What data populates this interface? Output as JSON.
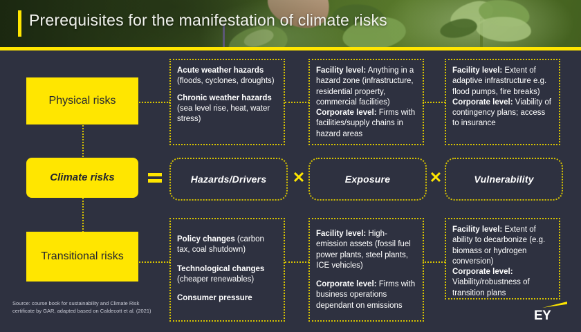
{
  "header": {
    "title": "Prerequisites for the manifestation of climate risks",
    "accent_color": "#ffe600",
    "rule_color": "#ffe600"
  },
  "theme": {
    "background": "#2e3140",
    "accent": "#ffe600",
    "border": "#d9c500",
    "text": "#ffffff"
  },
  "rows": {
    "physical": {
      "label": "Physical risks",
      "hazards": {
        "p1_bold": "Acute weather hazards",
        "p1_rest": " (floods, cyclones, droughts)",
        "p2_bold": "Chronic weather hazards",
        "p2_rest": " (sea level rise, heat, water stress)"
      },
      "exposure": {
        "p1_bold": "Facility level:",
        "p1_rest": " Anything in a hazard zone (infrastructure, residential property, commercial facilities)",
        "p2_bold": "Corporate level:",
        "p2_rest": " Firms with facilities/supply chains in hazard areas"
      },
      "vulnerability": {
        "p1_bold": "Facility level:",
        "p1_rest": " Extent of adaptive infrastructure e.g. flood pumps, fire breaks)",
        "p2_bold": "Corporate level:",
        "p2_rest": " Viability of contingency plans; access to insurance"
      }
    },
    "equation": {
      "subject": "Climate risks",
      "operator_equals": "=",
      "operator_times": "✕",
      "terms": [
        "Hazards/Drivers",
        "Exposure",
        "Vulnerability"
      ]
    },
    "transitional": {
      "label": "Transitional risks",
      "hazards": {
        "p1_bold": "Policy changes",
        "p1_rest": " (carbon tax, coal shutdown)",
        "p2_bold": "Technological changes",
        "p2_rest": " (cheaper renewables)",
        "p3_bold": "Consumer pressure",
        "p3_rest": ""
      },
      "exposure": {
        "p1_bold": "Facility level:",
        "p1_rest": " High-emission assets (fossil fuel power plants, steel plants, ICE vehicles)",
        "p2_bold": "Corporate level:",
        "p2_rest": " Firms with business operations dependant on emissions"
      },
      "vulnerability": {
        "p1_bold": "Facility level:",
        "p1_rest": " Extent of ability to decarbonize (e.g. biomass or hydrogen conversion)",
        "p2_bold": "Corporate level:",
        "p2_rest": " Viability/robustness of transition plans"
      }
    }
  },
  "footer": {
    "source": "Source: course book for sustainability and Climate Risk certificate by GAR, adapted based on Caldecott et al. (2021)",
    "logo_text": "EY"
  }
}
